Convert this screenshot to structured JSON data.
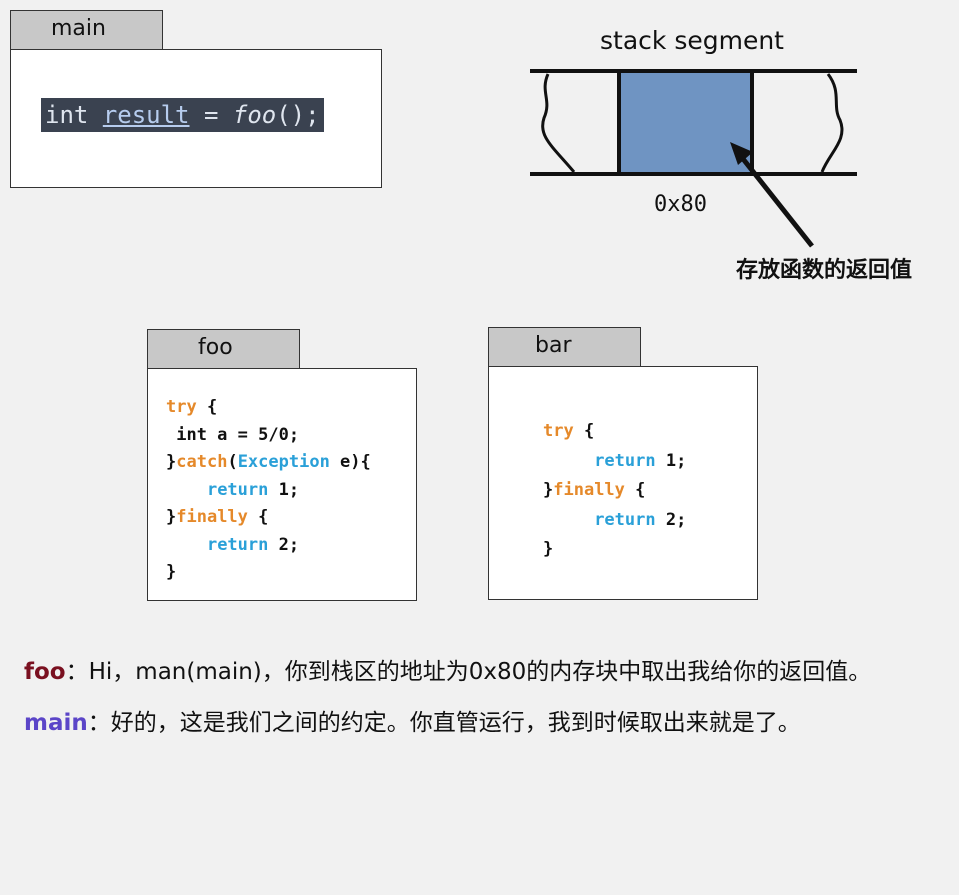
{
  "main_panel": {
    "tab": "main",
    "code": {
      "type": "int",
      "var": "result",
      "op": " = ",
      "fn": "foo",
      "end": "();"
    }
  },
  "stack": {
    "title": "stack segment",
    "address": "0x80",
    "return_label": "存放函数的返回值"
  },
  "foo_panel": {
    "tab": "foo",
    "lines": [
      [
        {
          "t": "try",
          "c": "orange"
        },
        {
          "t": " {",
          "c": "plain"
        }
      ],
      [
        {
          "t": " int a = 5/0;",
          "c": "plain"
        }
      ],
      [
        {
          "t": "}",
          "c": "plain"
        },
        {
          "t": "catch",
          "c": "orange"
        },
        {
          "t": "(",
          "c": "plain"
        },
        {
          "t": "Exception",
          "c": "blue"
        },
        {
          "t": " e){",
          "c": "plain"
        }
      ],
      [
        {
          "t": "    ",
          "c": "plain"
        },
        {
          "t": "return",
          "c": "blue"
        },
        {
          "t": " 1;",
          "c": "plain"
        }
      ],
      [
        {
          "t": "}",
          "c": "plain"
        },
        {
          "t": "finally",
          "c": "orange"
        },
        {
          "t": " {",
          "c": "plain"
        }
      ],
      [
        {
          "t": "    ",
          "c": "plain"
        },
        {
          "t": "return",
          "c": "blue"
        },
        {
          "t": " 2;",
          "c": "plain"
        }
      ],
      [
        {
          "t": "}",
          "c": "plain"
        }
      ]
    ]
  },
  "bar_panel": {
    "tab": "bar",
    "lines": [
      [
        {
          "t": "try",
          "c": "orange"
        },
        {
          "t": " {",
          "c": "plain"
        }
      ],
      [
        {
          "t": "     ",
          "c": "plain"
        },
        {
          "t": "return",
          "c": "blue"
        },
        {
          "t": " 1;",
          "c": "plain"
        }
      ],
      [
        {
          "t": "}",
          "c": "plain"
        },
        {
          "t": "finally",
          "c": "orange"
        },
        {
          "t": " {",
          "c": "plain"
        }
      ],
      [
        {
          "t": "     ",
          "c": "plain"
        },
        {
          "t": "return",
          "c": "blue"
        },
        {
          "t": " 2;",
          "c": "plain"
        }
      ],
      [
        {
          "t": "}",
          "c": "plain"
        }
      ]
    ]
  },
  "dialogue": {
    "line1": {
      "speaker": "foo",
      "text": "：Hi，man(main)，你到栈区的地址为0x80的内存块中取出我给你的返回值。"
    },
    "line2": {
      "speaker": "main",
      "text": "：好的，这是我们之间的约定。你直管运行，我到时候取出来就是了。"
    }
  },
  "colors": {
    "stack_block": "#6f94c2",
    "keyword_orange": "#e5892a",
    "keyword_blue": "#2aa0d8",
    "foo_speaker": "#7a1020",
    "main_speaker": "#5b45c8"
  }
}
